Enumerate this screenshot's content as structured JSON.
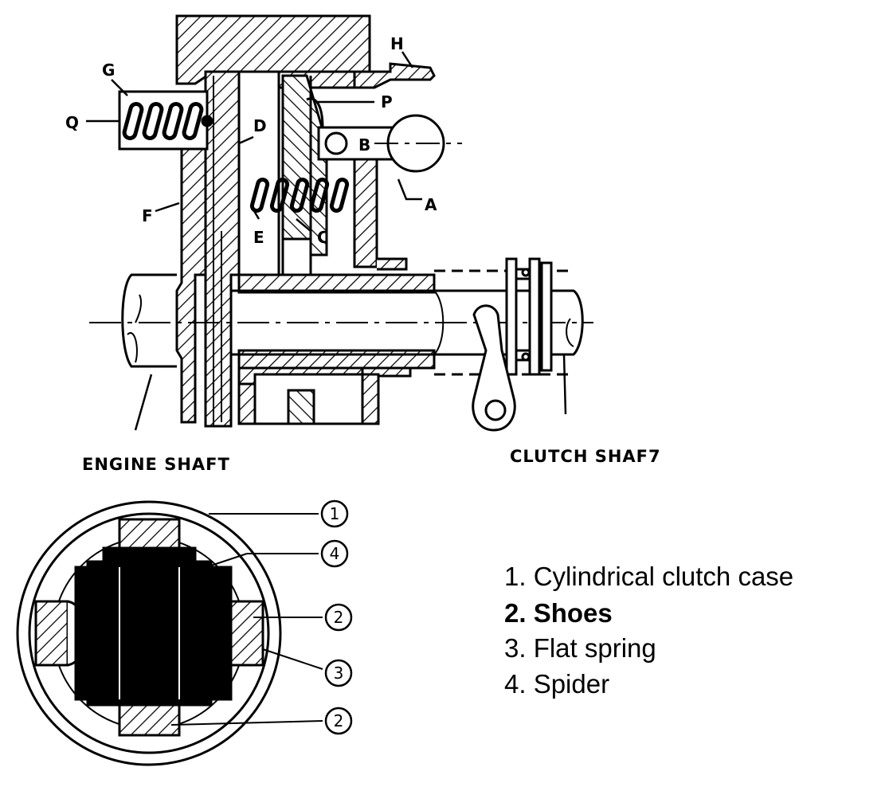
{
  "labels": {
    "A": "A",
    "B": "B",
    "C": "C",
    "D": "D",
    "E": "E",
    "F": "F",
    "G": "G",
    "H": "H",
    "P": "P",
    "Q": "Q"
  },
  "captions": {
    "engine_shaft": "ENGINE SHAFT",
    "clutch_shaft": "CLUTCH SHAF7"
  },
  "callouts": [
    "1",
    "4",
    "2",
    "3",
    "2"
  ],
  "legend": [
    "1. Cylindrical clutch case",
    "2. Shoes",
    "3. Flat spring",
    "4. Spider"
  ]
}
